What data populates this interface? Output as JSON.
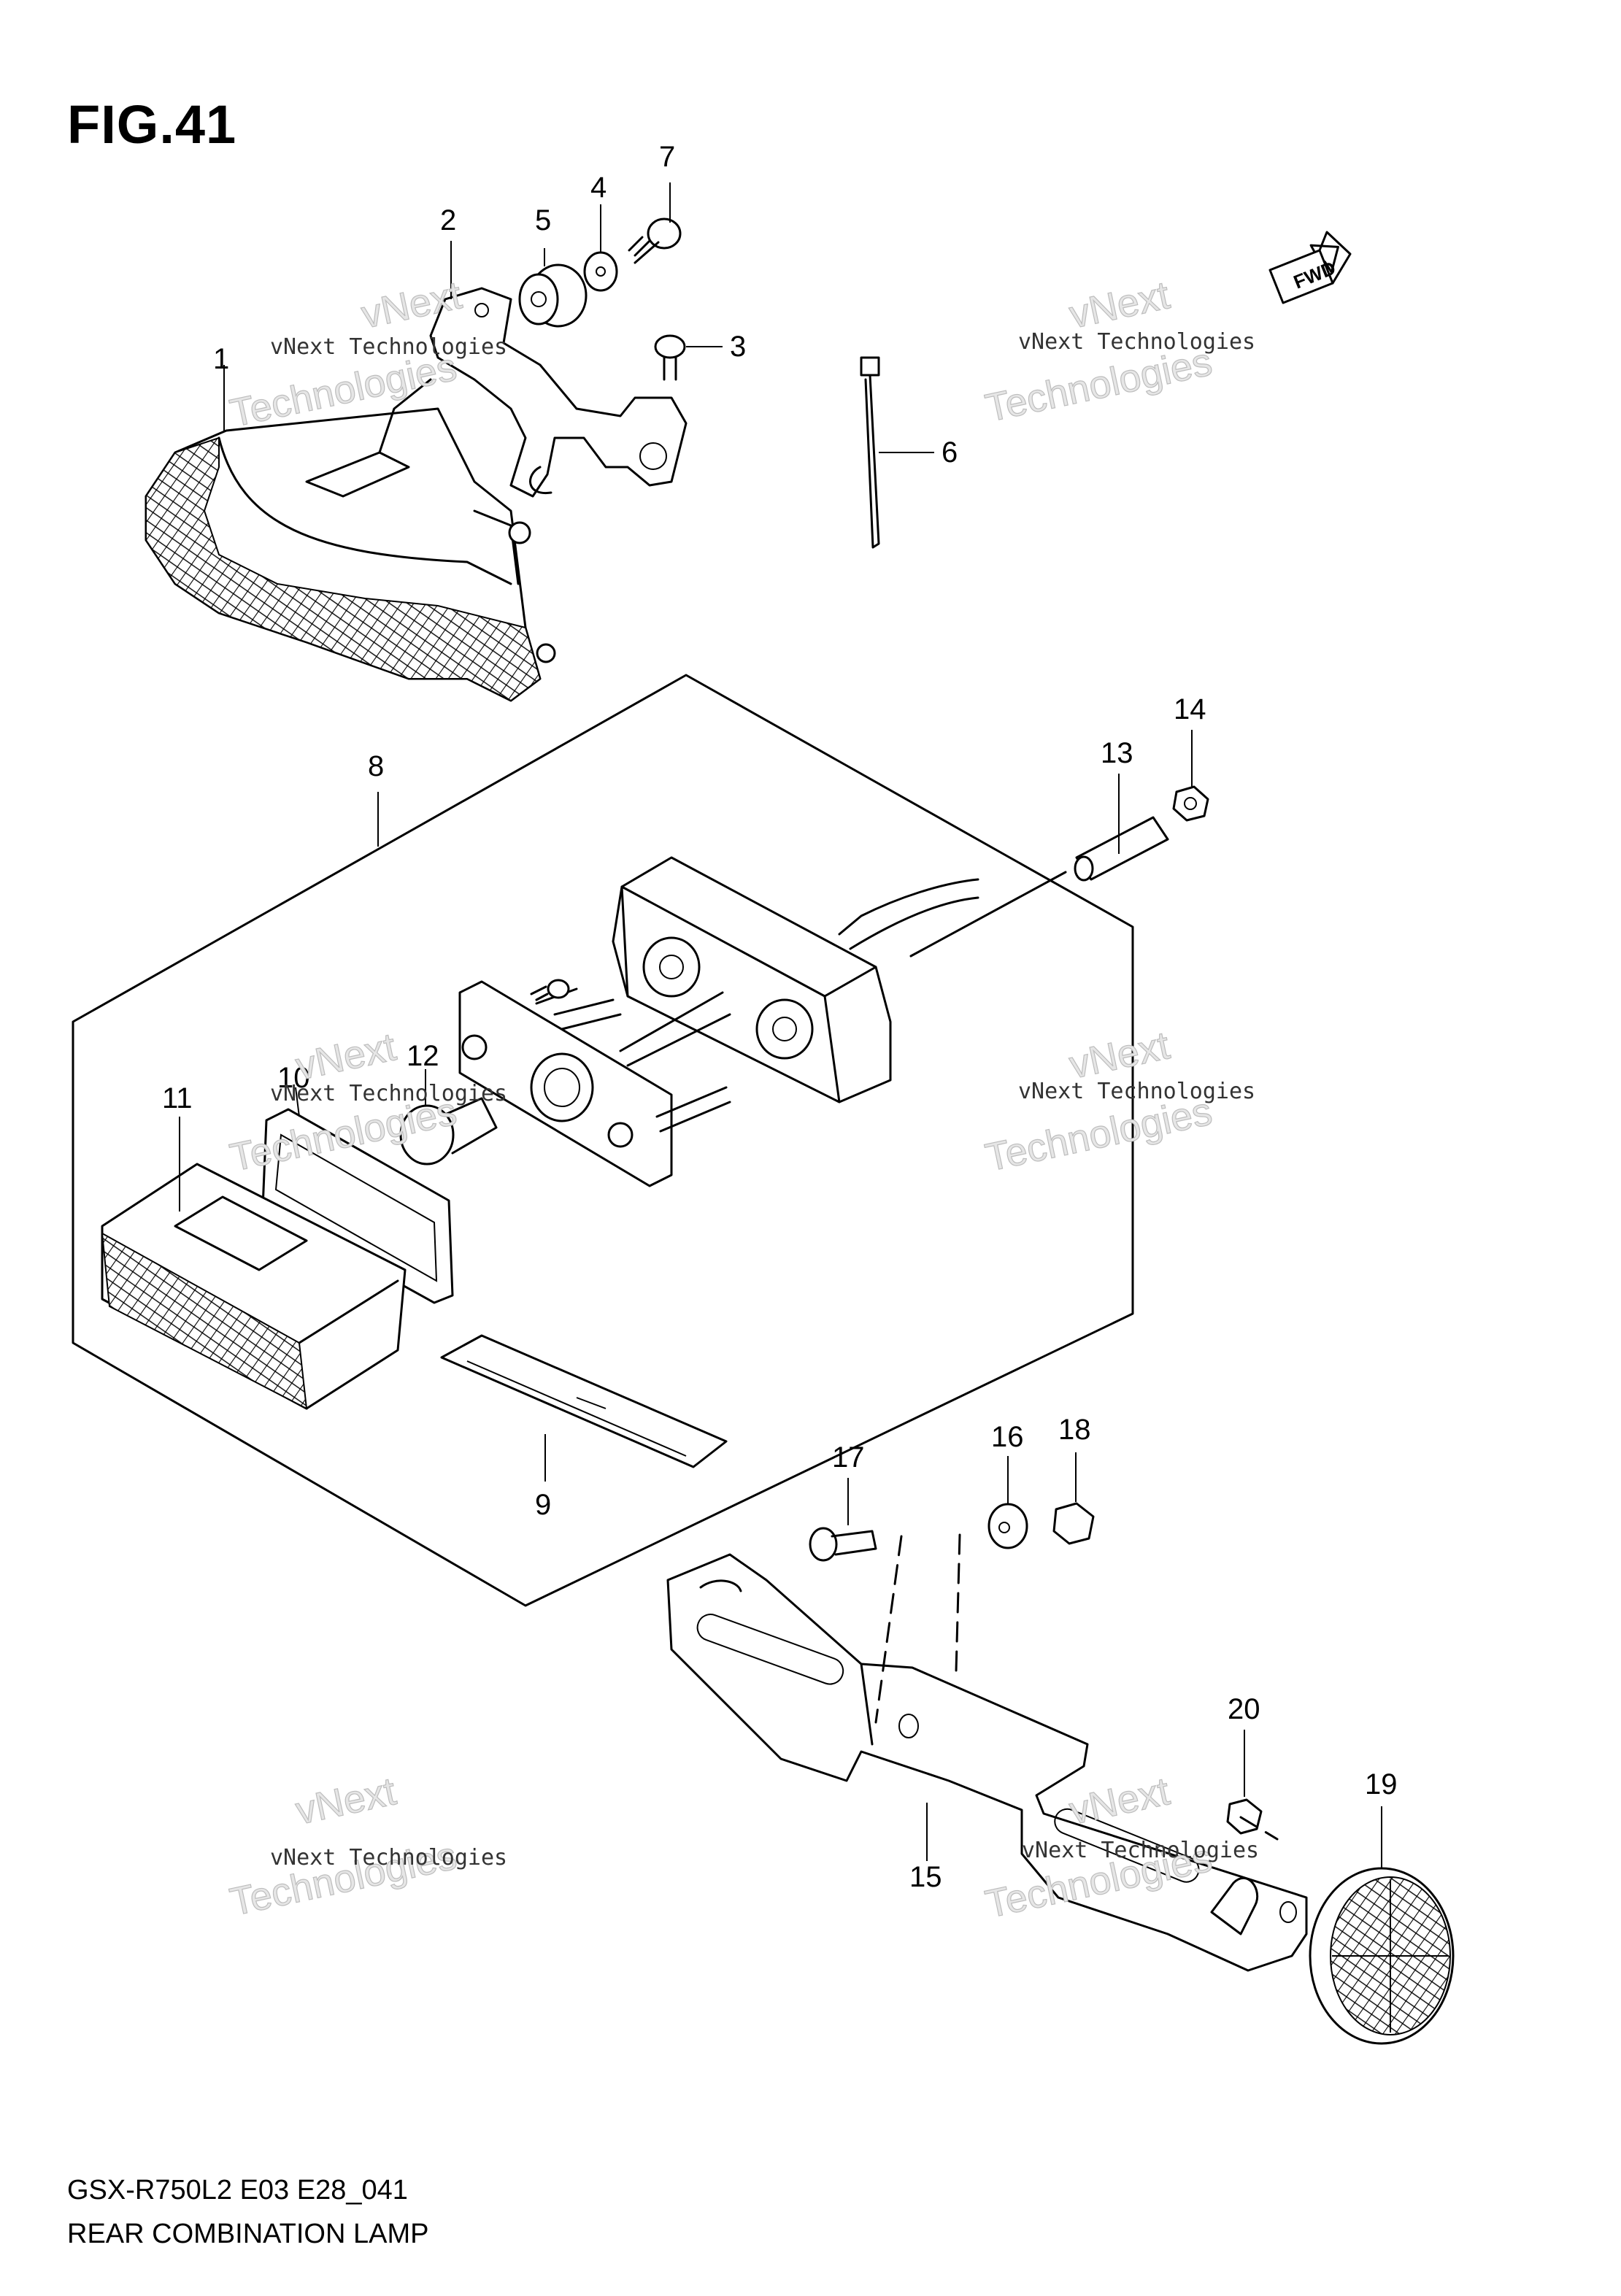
{
  "figure_title": "FIG.41",
  "model_code": "GSX-R750L2 E03 E28_041",
  "section_name": "REAR COMBINATION LAMP",
  "fwd_label": "FWD",
  "callouts": [
    "1",
    "2",
    "3",
    "4",
    "5",
    "6",
    "7",
    "8",
    "9",
    "10",
    "11",
    "12",
    "13",
    "14",
    "15",
    "16",
    "17",
    "18",
    "19",
    "20"
  ],
  "watermark": {
    "line1": "vNext Technologies",
    "line2a": "vNext",
    "line2b": "Technologies"
  },
  "colors": {
    "ink": "#000000",
    "paper": "#ffffff",
    "watermark": "#c8c8c8"
  }
}
